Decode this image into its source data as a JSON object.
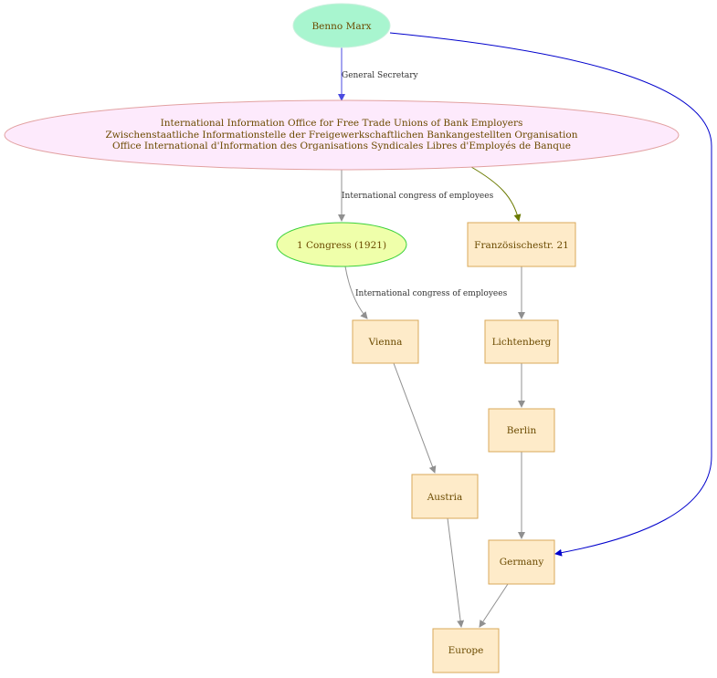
{
  "colors": {
    "person_fill": "#a8f5cf",
    "org_fill": "#fdeafc",
    "org_stroke": "#e2a1a1",
    "event_fill": "#efffaa",
    "event_stroke": "#3ad13a",
    "place_fill": "#feebc9",
    "place_stroke": "#d9a85a",
    "edge_gray": "#909090",
    "edge_blue_light": "#4a4ae0",
    "edge_olive": "#6b7a00",
    "edge_blue": "#0000cc",
    "text": "#6b4a00"
  },
  "nodes": {
    "benno_marx": {
      "label": "Benno Marx"
    },
    "org": {
      "lines": [
        "International Information Office for Free Trade Unions of Bank Employers",
        "Zwischenstaatliche Informationstelle der Freigewerkschaftlichen Bankangestellten Organisation",
        "Office International d'Information des Organisations Syndicales Libres d'Employés de Banque"
      ]
    },
    "congress": {
      "label": "1 Congress (1921)"
    },
    "franzoesisch": {
      "label": "Französischestr. 21"
    },
    "vienna": {
      "label": "Vienna"
    },
    "lichtenberg": {
      "label": "Lichtenberg"
    },
    "berlin": {
      "label": "Berlin"
    },
    "austria": {
      "label": "Austria"
    },
    "germany": {
      "label": "Germany"
    },
    "europe": {
      "label": "Europe"
    }
  },
  "edges": {
    "marx_to_org": {
      "label": "General Secretary"
    },
    "org_to_congress": {
      "label": "International congress of employees"
    },
    "congress_to_vienna": {
      "label": "International congress of employees"
    }
  }
}
